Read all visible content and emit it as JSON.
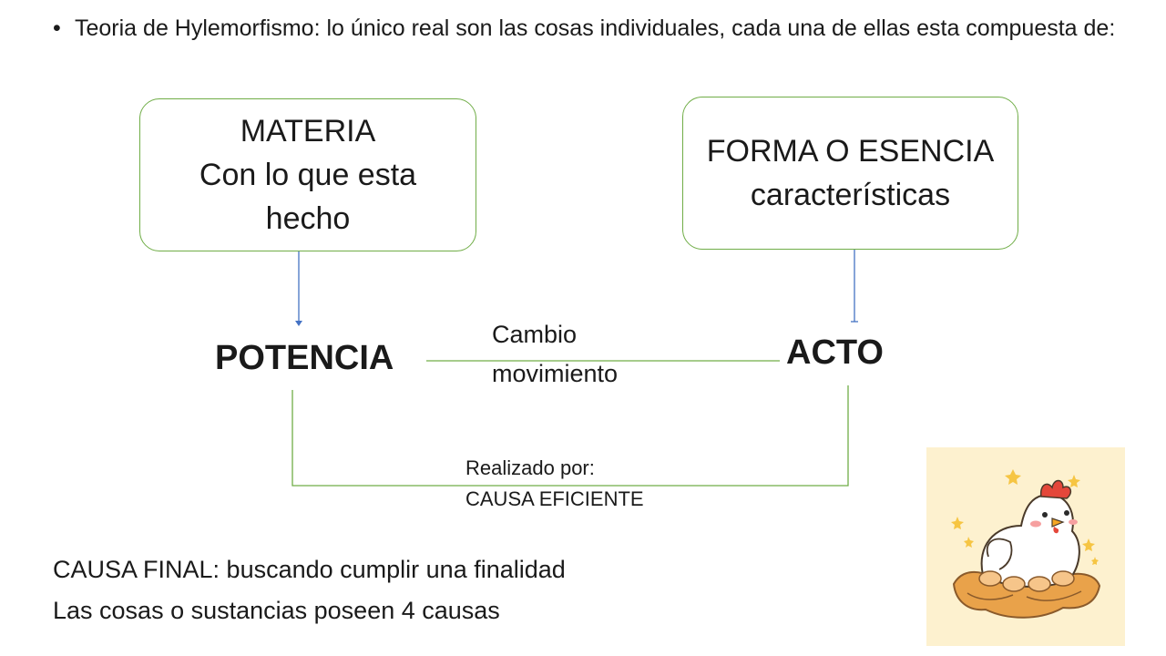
{
  "bullet": {
    "text": "Teoria de Hylemorfismo: lo único real son las cosas individuales, cada una de ellas esta compuesta de:"
  },
  "diagram": {
    "materia": {
      "title": "MATERIA",
      "line1": "Con lo que esta",
      "line2": "hecho"
    },
    "forma": {
      "title": "FORMA O ESENCIA",
      "line1": "características"
    },
    "potencia": "POTENCIA",
    "acto": "ACTO",
    "change": {
      "line1": "Cambio",
      "line2": "movimiento"
    },
    "realized": {
      "line1": "Realizado por:",
      "line2": "CAUSA EFICIENTE"
    }
  },
  "footer": {
    "final_cause": "CAUSA FINAL: buscando cumplir una finalidad",
    "four_causes": "Las cosas o sustancias poseen 4 causas"
  },
  "colors": {
    "connector_green": "#70ad47",
    "arrow_blue": "#4472c4",
    "hen_background": "#fdf1cf"
  },
  "illustration": {
    "icon": "hen-in-nest-icon"
  }
}
